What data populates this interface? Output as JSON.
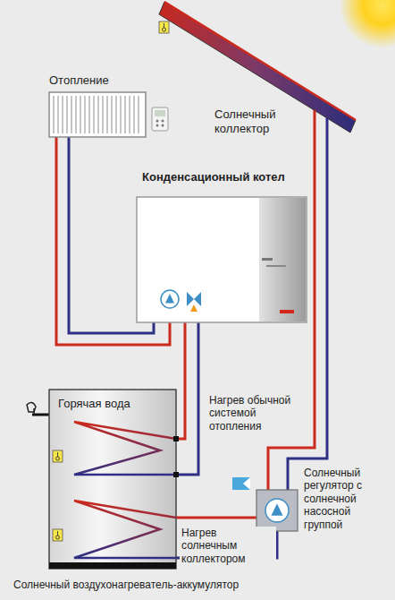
{
  "diagram": {
    "nodes": [
      {
        "text": [
          "Отопление"
        ]
      },
      {
        "text": [
          "Солнечный коллектор"
        ]
      },
      {
        "text": [
          "Конденсационный котел"
        ]
      },
      {
        "text": [
          "Горячая вода",
          "Солнечный воздухонагреватель-аккумулятор"
        ]
      },
      {
        "text": [
          "Солнечный регулятор с солнечной насосной группой"
        ]
      }
    ],
    "edges": [
      {
        "from": 0,
        "to": 2,
        "arrow": "none"
      },
      {
        "from": 2,
        "to": 3,
        "label": "Нагрев обычной системой отопления",
        "arrow": "none"
      },
      {
        "from": 1,
        "to": 4,
        "arrow": "none"
      },
      {
        "from": 4,
        "to": 3,
        "label": "Нагрев солнечным коллектором",
        "arrow": "none"
      }
    ]
  }
}
